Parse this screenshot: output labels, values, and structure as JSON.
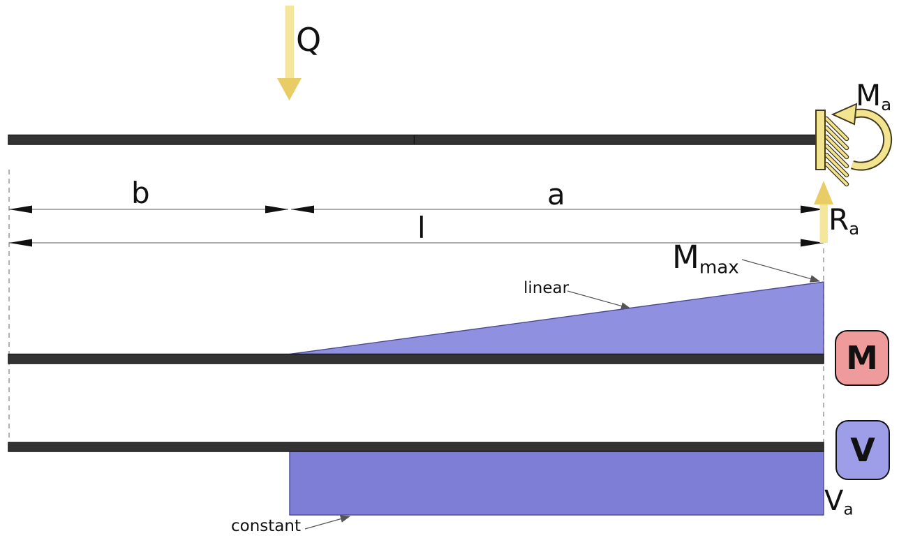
{
  "labels": {
    "load": "Q",
    "dim_b": "b",
    "dim_a": "a",
    "dim_l": "l",
    "moment_reaction": {
      "base": "M",
      "sub": "a"
    },
    "vertical_reaction": {
      "base": "R",
      "sub": "a"
    },
    "max_moment": {
      "base": "M",
      "sub": "max"
    },
    "moment_shape_note": "linear",
    "shear_shape_note": "constant",
    "shear_value": {
      "base": "V",
      "sub": "a"
    },
    "moment_badge": "M",
    "shear_badge": "V"
  },
  "colors": {
    "beam": "#333333",
    "beam_edge": "#1c1c1c",
    "moment_fill": "#9090E0",
    "shear_fill": "#7E7ED6",
    "diagram_stroke": "#4a4a8e",
    "moment_badge_fill": "#F09B9B",
    "shear_badge_fill": "#9D9DE8",
    "yellow_shaft": "#F4E79B",
    "yellow_head": "#E8CC66",
    "yellow_plate": "#F3E590",
    "yellow_outline": "#433a1e",
    "dim_line": "#7a7a7a",
    "dim_arrow": "#111111",
    "dashed_line": "#999999",
    "leader_line": "#555555"
  }
}
